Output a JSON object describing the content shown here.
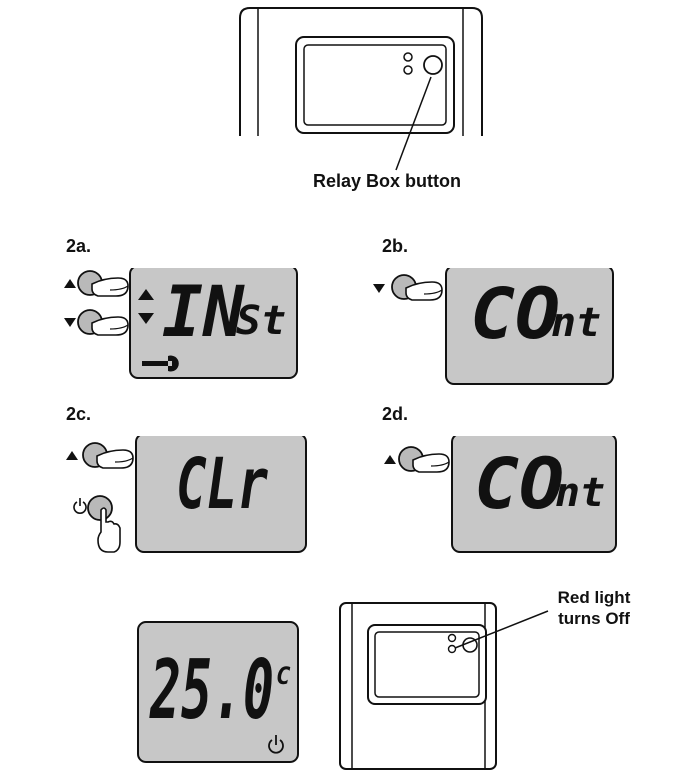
{
  "labels": {
    "relay_box_button": "Relay Box button",
    "red_light_line1": "Red light",
    "red_light_line2": "turns Off"
  },
  "steps": {
    "s2a": {
      "label": "2a.",
      "display_main": "IN",
      "display_sub": "St"
    },
    "s2b": {
      "label": "2b.",
      "display_main": "CO",
      "display_sub": "nt"
    },
    "s2c": {
      "label": "2c.",
      "display_main": "CLr"
    },
    "s2d": {
      "label": "2d.",
      "display_main": "CO",
      "display_sub": "nt"
    }
  },
  "final_display": {
    "value": "25.0",
    "unit": "C"
  },
  "icons": {
    "up": "up-arrow-icon",
    "down": "down-arrow-icon",
    "power": "power-icon",
    "wrench": "wrench-icon",
    "finger": "finger-press-icon"
  },
  "colors": {
    "lcd": "#c7c7c7",
    "button": "#b9b9b9",
    "ink": "#111111"
  }
}
